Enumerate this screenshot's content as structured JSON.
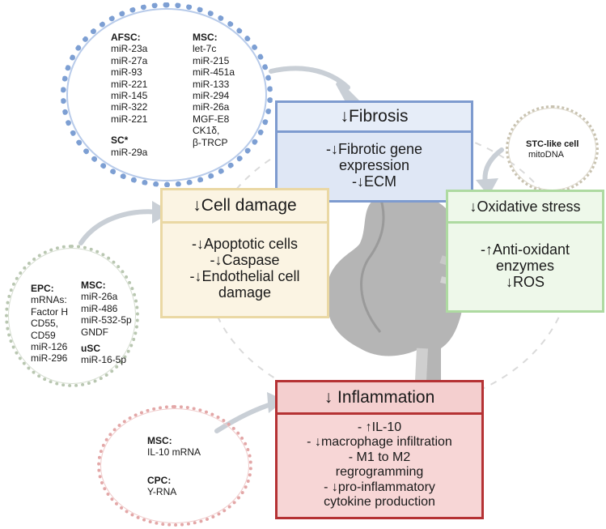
{
  "diagram": {
    "colors": {
      "fibrosis": "#6f8fc7",
      "cell_damage": "#e8d6a3",
      "oxidative": "#a8d99a",
      "inflammation": "#b53234",
      "arrow": "#c9cfd6",
      "kidney": "#a9a9a9"
    },
    "vesicles": {
      "top": {
        "col1": [
          {
            "heading": "AFSC:",
            "items": [
              "miR-23a",
              "miR-27a",
              "miR-93",
              "miR-221",
              "miR-145",
              "miR-322",
              "miR-221"
            ]
          },
          {
            "heading": "SC*",
            "items": [
              "miR-29a"
            ]
          }
        ],
        "col2": [
          {
            "heading": "MSC:",
            "items": [
              "let-7c",
              "miR-215",
              "miR-451a",
              "miR-133",
              "miR-294",
              "miR-26a",
              "MGF-E8",
              "CK1δ,",
              "β-TRCP"
            ]
          }
        ]
      },
      "left": {
        "col1": [
          {
            "heading": "EPC:",
            "items": [
              "mRNAs:",
              "Factor H",
              "CD55,",
              "CD59",
              "miR-126",
              "miR-296"
            ]
          }
        ],
        "col2": [
          {
            "heading": "MSC:",
            "items": [
              "miR-26a",
              "miR-486",
              "miR-532-5p",
              "GNDF"
            ]
          },
          {
            "heading": "uSC",
            "items": [
              "miR-16-5p"
            ]
          }
        ]
      },
      "right": {
        "col1": [
          {
            "heading": "STC-like cell",
            "items": [
              "mitoDNA"
            ]
          }
        ]
      },
      "bottom": {
        "col1": [
          {
            "heading": "MSC:",
            "items": [
              "IL-10 mRNA"
            ]
          },
          {
            "heading": "CPC:",
            "items": [
              "Y-RNA"
            ]
          }
        ]
      }
    },
    "boxes": {
      "fibrosis": {
        "title": "↓Fibrosis",
        "lines": [
          "-↓Fibrotic gene",
          "expression",
          "-↓ECM"
        ]
      },
      "cell_damage": {
        "title": "↓Cell damage",
        "lines": [
          "-↓Apoptotic cells",
          "-↓Caspase",
          "-↓Endothelial cell",
          "damage"
        ]
      },
      "oxidative": {
        "title": "↓Oxidative stress",
        "lines": [
          "-↑Anti-oxidant",
          "enzymes",
          "↓ROS"
        ]
      },
      "inflammation": {
        "title": "↓ Inflammation",
        "lines": [
          "- ↑IL-10",
          "- ↓macrophage infiltration",
          "-  M1 to M2",
          "regrogramming",
          "- ↓pro-inflammatory",
          "cytokine production"
        ]
      }
    }
  }
}
